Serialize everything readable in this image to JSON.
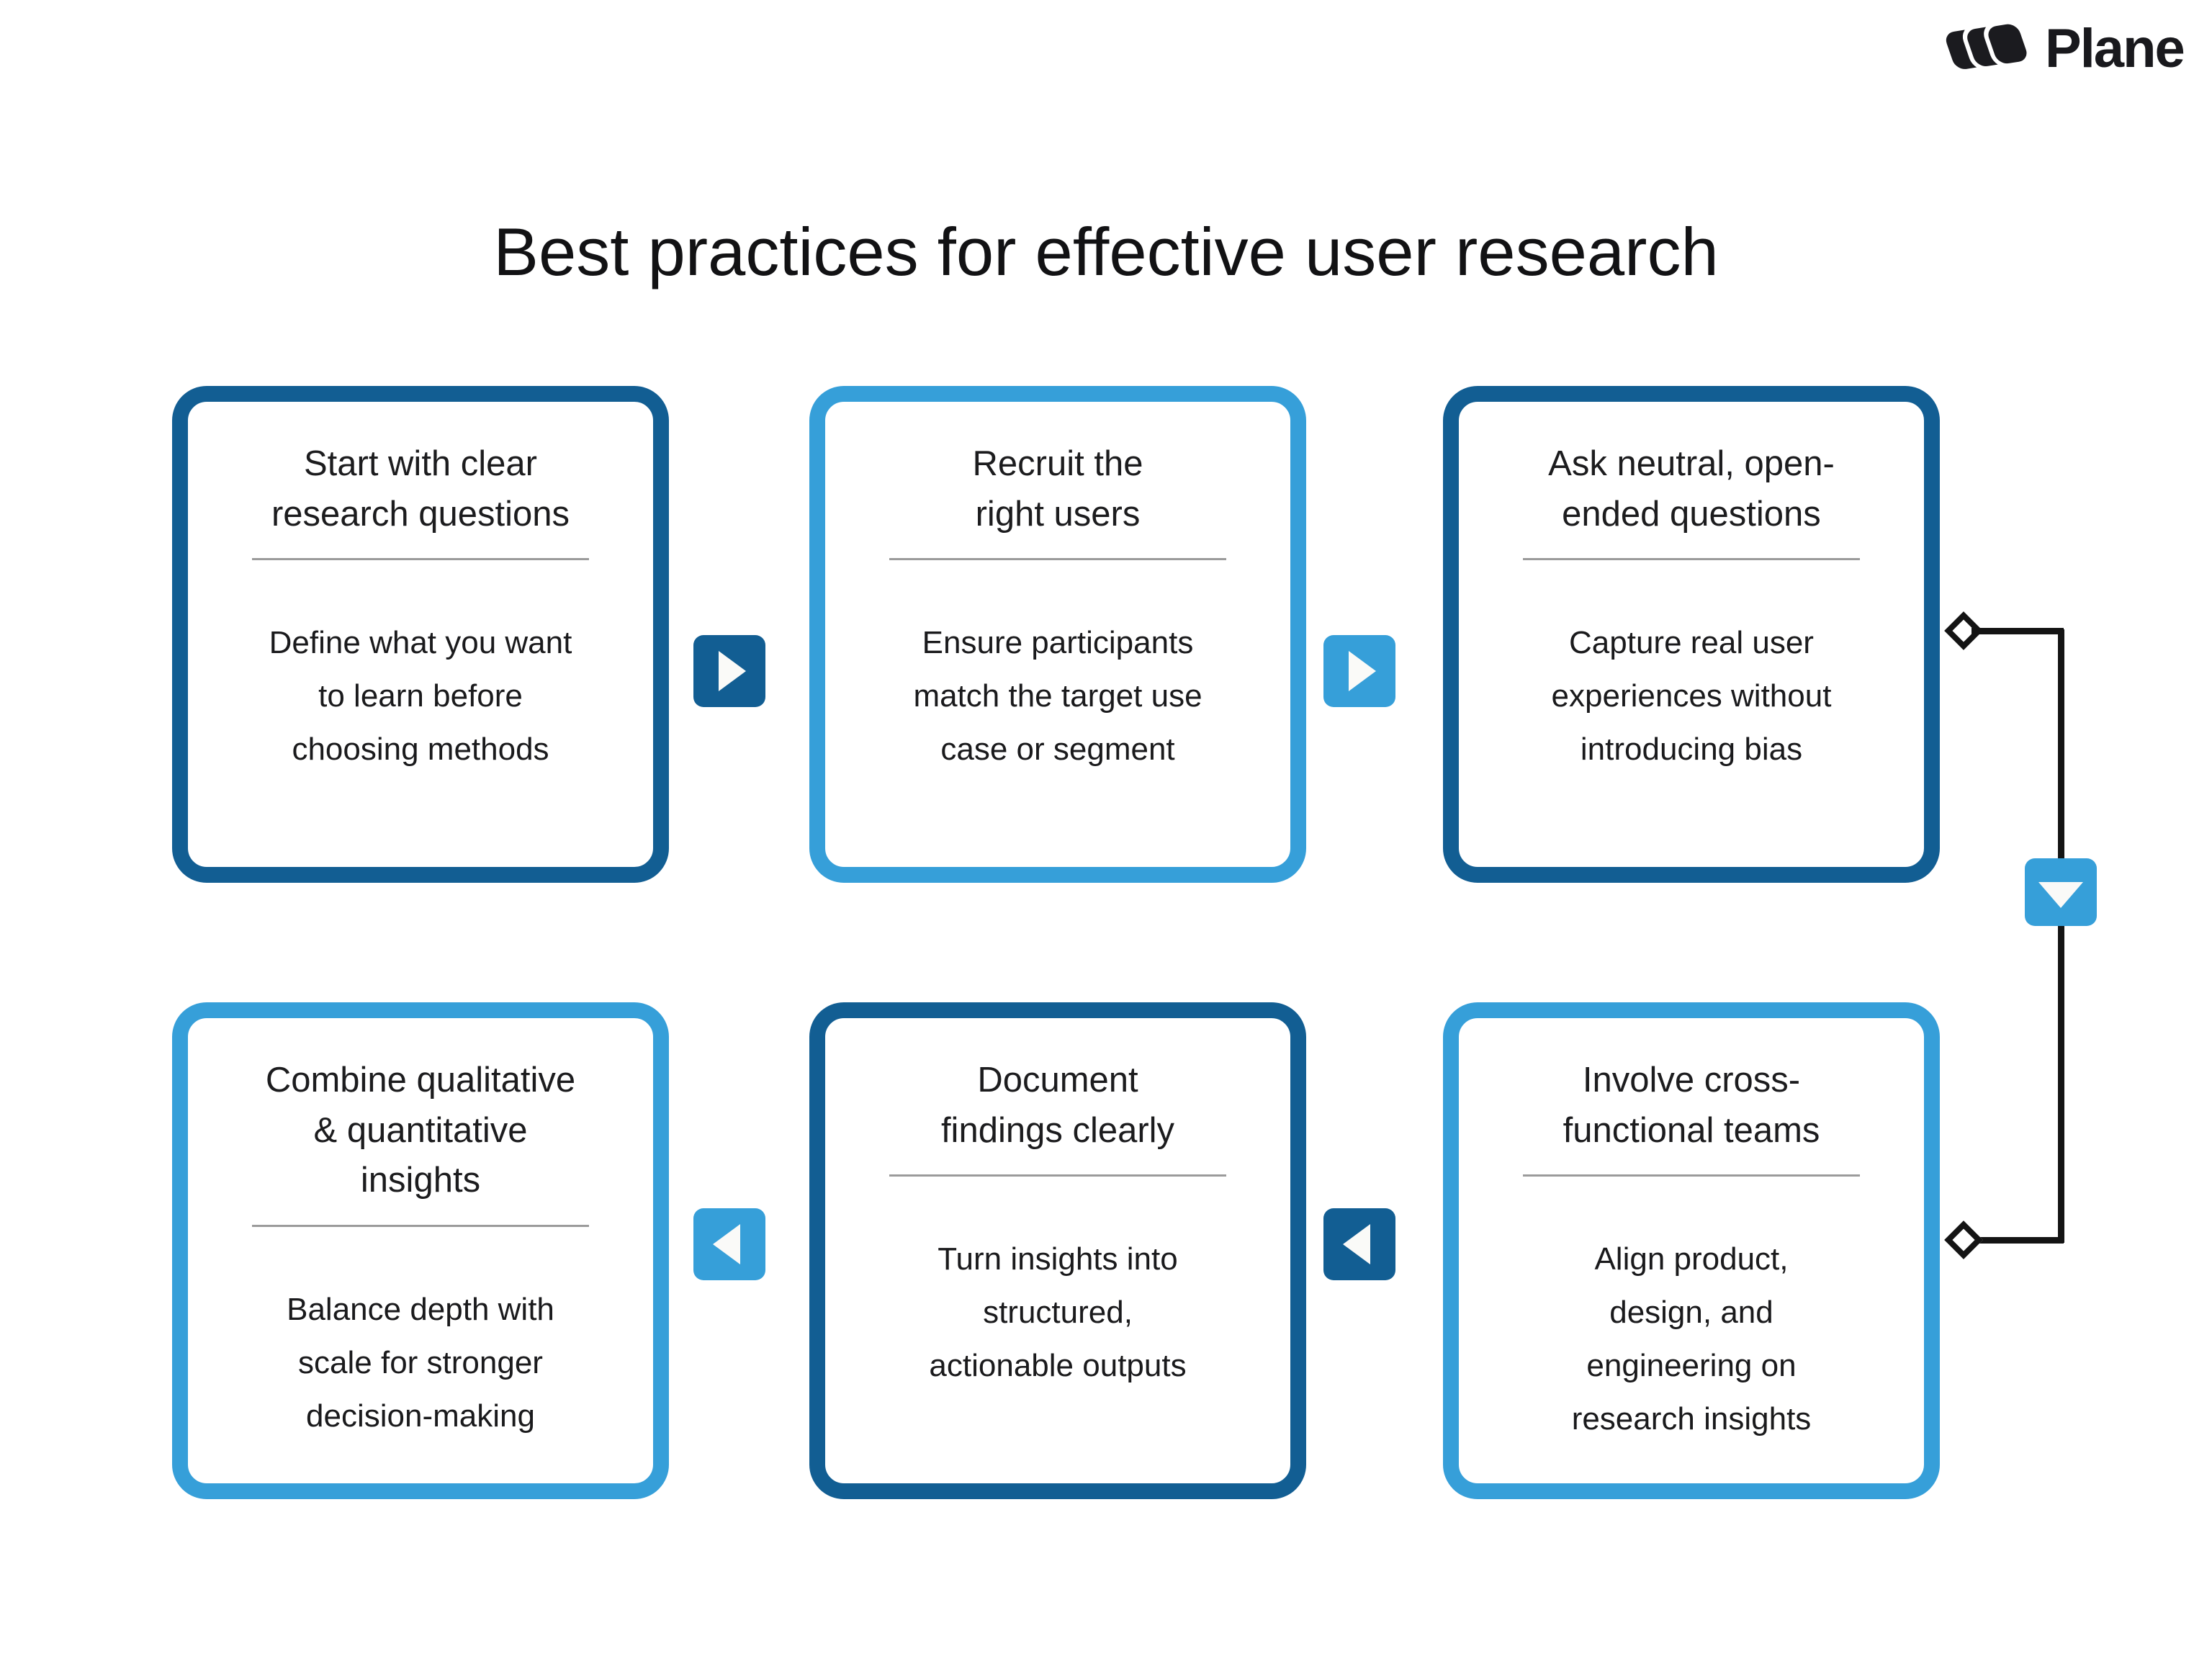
{
  "brand": {
    "logo_text": "Plane",
    "logo_icon": "plane-logo-icon"
  },
  "title": "Best practices for effective user research",
  "colors": {
    "dark_blue": "#125e93",
    "light_blue": "#369fd9",
    "divider_gray": "#9b9b9b",
    "connector_black": "#141414",
    "text": "#1c1c1e",
    "background": "#ffffff"
  },
  "cards": [
    {
      "title": "Start with clear\nresearch questions",
      "body": "Define what you want\nto learn before\nchoosing methods",
      "accent": "dark_blue"
    },
    {
      "title": "Recruit the\nright users",
      "body": "Ensure participants\nmatch the target use\ncase or segment",
      "accent": "light_blue"
    },
    {
      "title": "Ask neutral, open-\nended questions",
      "body": "Capture real user\nexperiences without\nintroducing bias",
      "accent": "dark_blue"
    },
    {
      "title": "Combine qualitative\n& quantitative\ninsights",
      "body": "Balance depth with\nscale for stronger\ndecision-making",
      "accent": "light_blue"
    },
    {
      "title": "Document\nfindings clearly",
      "body": "Turn insights into\nstructured,\nactionable outputs",
      "accent": "dark_blue"
    },
    {
      "title": "Involve cross-\nfunctional teams",
      "body": "Align product,\ndesign, and\nengineering on\nresearch insights",
      "accent": "light_blue"
    }
  ],
  "flow": {
    "top_row_arrows": [
      "right",
      "right"
    ],
    "bottom_row_arrows": [
      "left",
      "left"
    ],
    "connector_arrow": "down"
  }
}
